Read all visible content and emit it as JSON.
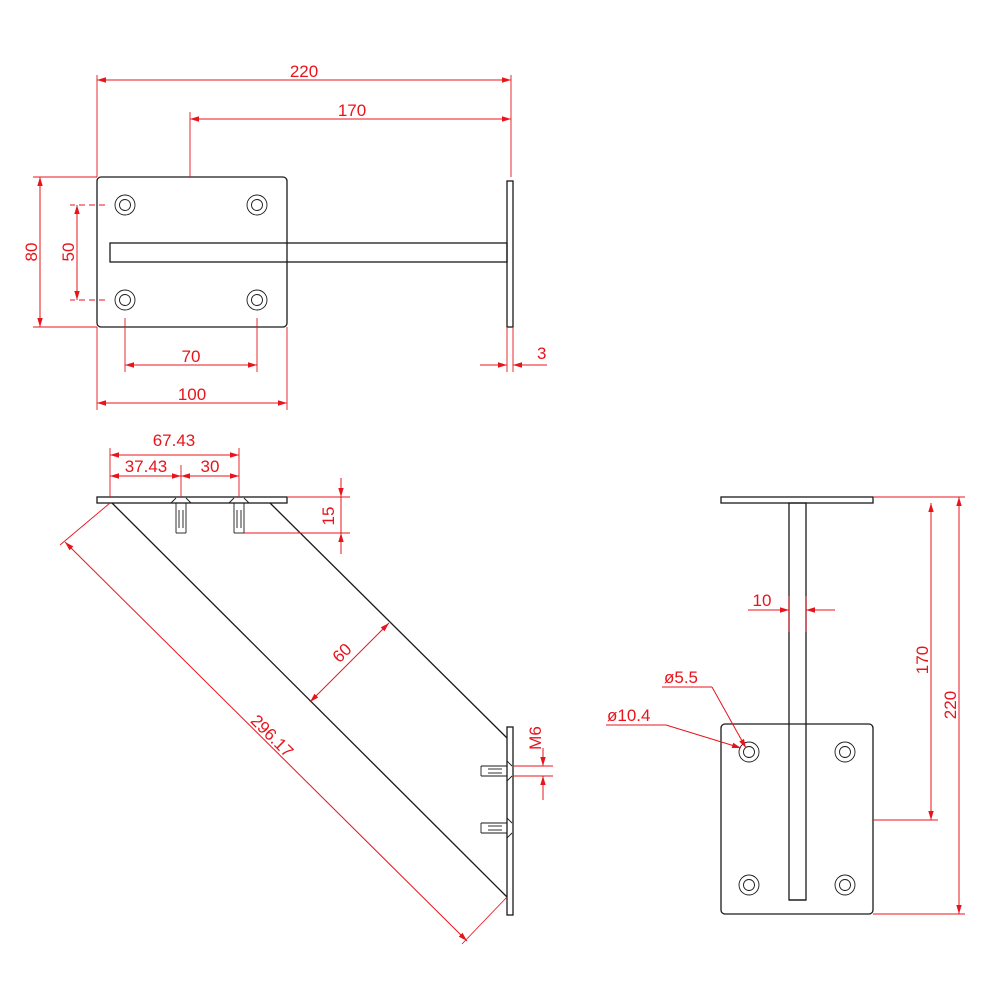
{
  "colors": {
    "outline": "#1a1a1a",
    "dimension": "#e8141c",
    "background": "#ffffff"
  },
  "top_view": {
    "dims": {
      "overall_length": "220",
      "arm_length": "170",
      "plate_height": "80",
      "hole_spacing_vertical": "50",
      "hole_spacing_horizontal": "70",
      "plate_width": "100",
      "end_plate_thickness": "3"
    }
  },
  "side_view": {
    "dims": {
      "top_offset_total": "67.43",
      "top_offset_first": "37.43",
      "top_offset_second": "30",
      "stud_length": "15",
      "arm_width": "60",
      "diagonal_length": "296.17",
      "thread": "M6"
    }
  },
  "end_view": {
    "dims": {
      "arm_thickness": "10",
      "hole_diameter": "ø5.5",
      "counterbore_diameter": "ø10.4",
      "arm_length": "170",
      "overall_length": "220"
    }
  }
}
